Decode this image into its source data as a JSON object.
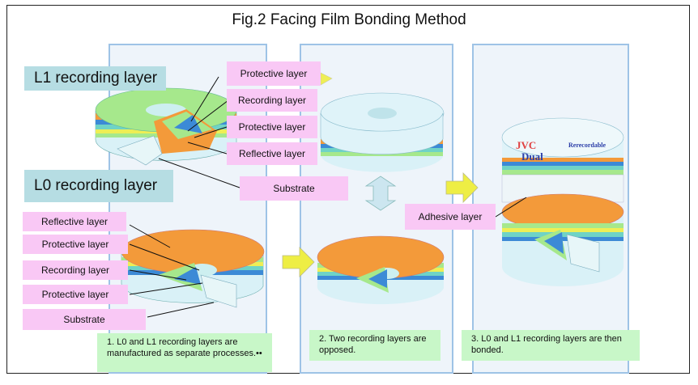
{
  "title": "Fig.2 Facing Film Bonding Method",
  "l1_heading": "L1 recording layer",
  "l0_heading": "L0 recording layer",
  "l1_labels": [
    "Protective layer",
    "Recording layer",
    "Protective layer",
    "Reflective layer"
  ],
  "substrate_label": "Substrate",
  "l0_labels": [
    "Reflective layer",
    "Protective layer",
    "Recording layer",
    "Protective layer",
    "Substrate"
  ],
  "adhesive_label": "Adhesive layer",
  "disc_brand": "JVC",
  "disc_sub": "Dual",
  "disc_type": "Rerecordable",
  "steps": [
    "1. L0 and L1 recording layers are manufactured as separate processes.••",
    "2. Two recording layers are opposed.",
    "3. L0 and L1 recording layers are then bonded."
  ],
  "colors": {
    "green": "#a6e88c",
    "orange": "#f39a3a",
    "blue": "#3c8ad6",
    "teal": "#6fd3c6",
    "yellow": "#eeee55",
    "pale": "#d9f1f7",
    "panel_border": "#9ec3e6",
    "pink": "#f9c8f5"
  }
}
